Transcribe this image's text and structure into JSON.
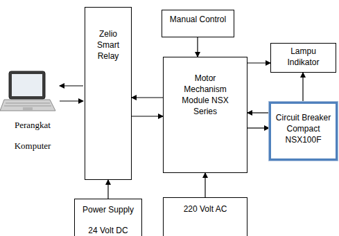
{
  "diagram": {
    "nodes": [
      {
        "text": [
          "Manual Control"
        ]
      },
      {
        "text": [
          "Zelio Smart Relay"
        ]
      },
      {
        "text": [
          "Motor Mechanism Module NSX Series"
        ]
      },
      {
        "text": [
          "Lampu Indikator"
        ]
      },
      {
        "text": [
          "Circuit Breaker Compact NSX100F"
        ]
      },
      {
        "text": [
          "Power Supply 24 Volt DC"
        ]
      },
      {
        "text": [
          "220 Volt AC"
        ]
      }
    ],
    "edges": [
      {
        "from": 0,
        "to": 2,
        "arrow": "to"
      },
      {
        "from": 2,
        "to": 1,
        "arrow": "to"
      },
      {
        "from": 1,
        "to": 2,
        "arrow": "to"
      },
      {
        "from": 2,
        "to": 3,
        "arrow": "to"
      },
      {
        "from": 4,
        "to": 2,
        "arrow": "to"
      },
      {
        "from": 2,
        "to": 4,
        "arrow": "to"
      },
      {
        "from": 4,
        "to": 3,
        "arrow": "to"
      },
      {
        "from": 5,
        "to": 1,
        "arrow": "to"
      },
      {
        "from": 6,
        "to": 2,
        "arrow": "to"
      }
    ],
    "labels": [
      "Perangkat Komputer"
    ]
  }
}
